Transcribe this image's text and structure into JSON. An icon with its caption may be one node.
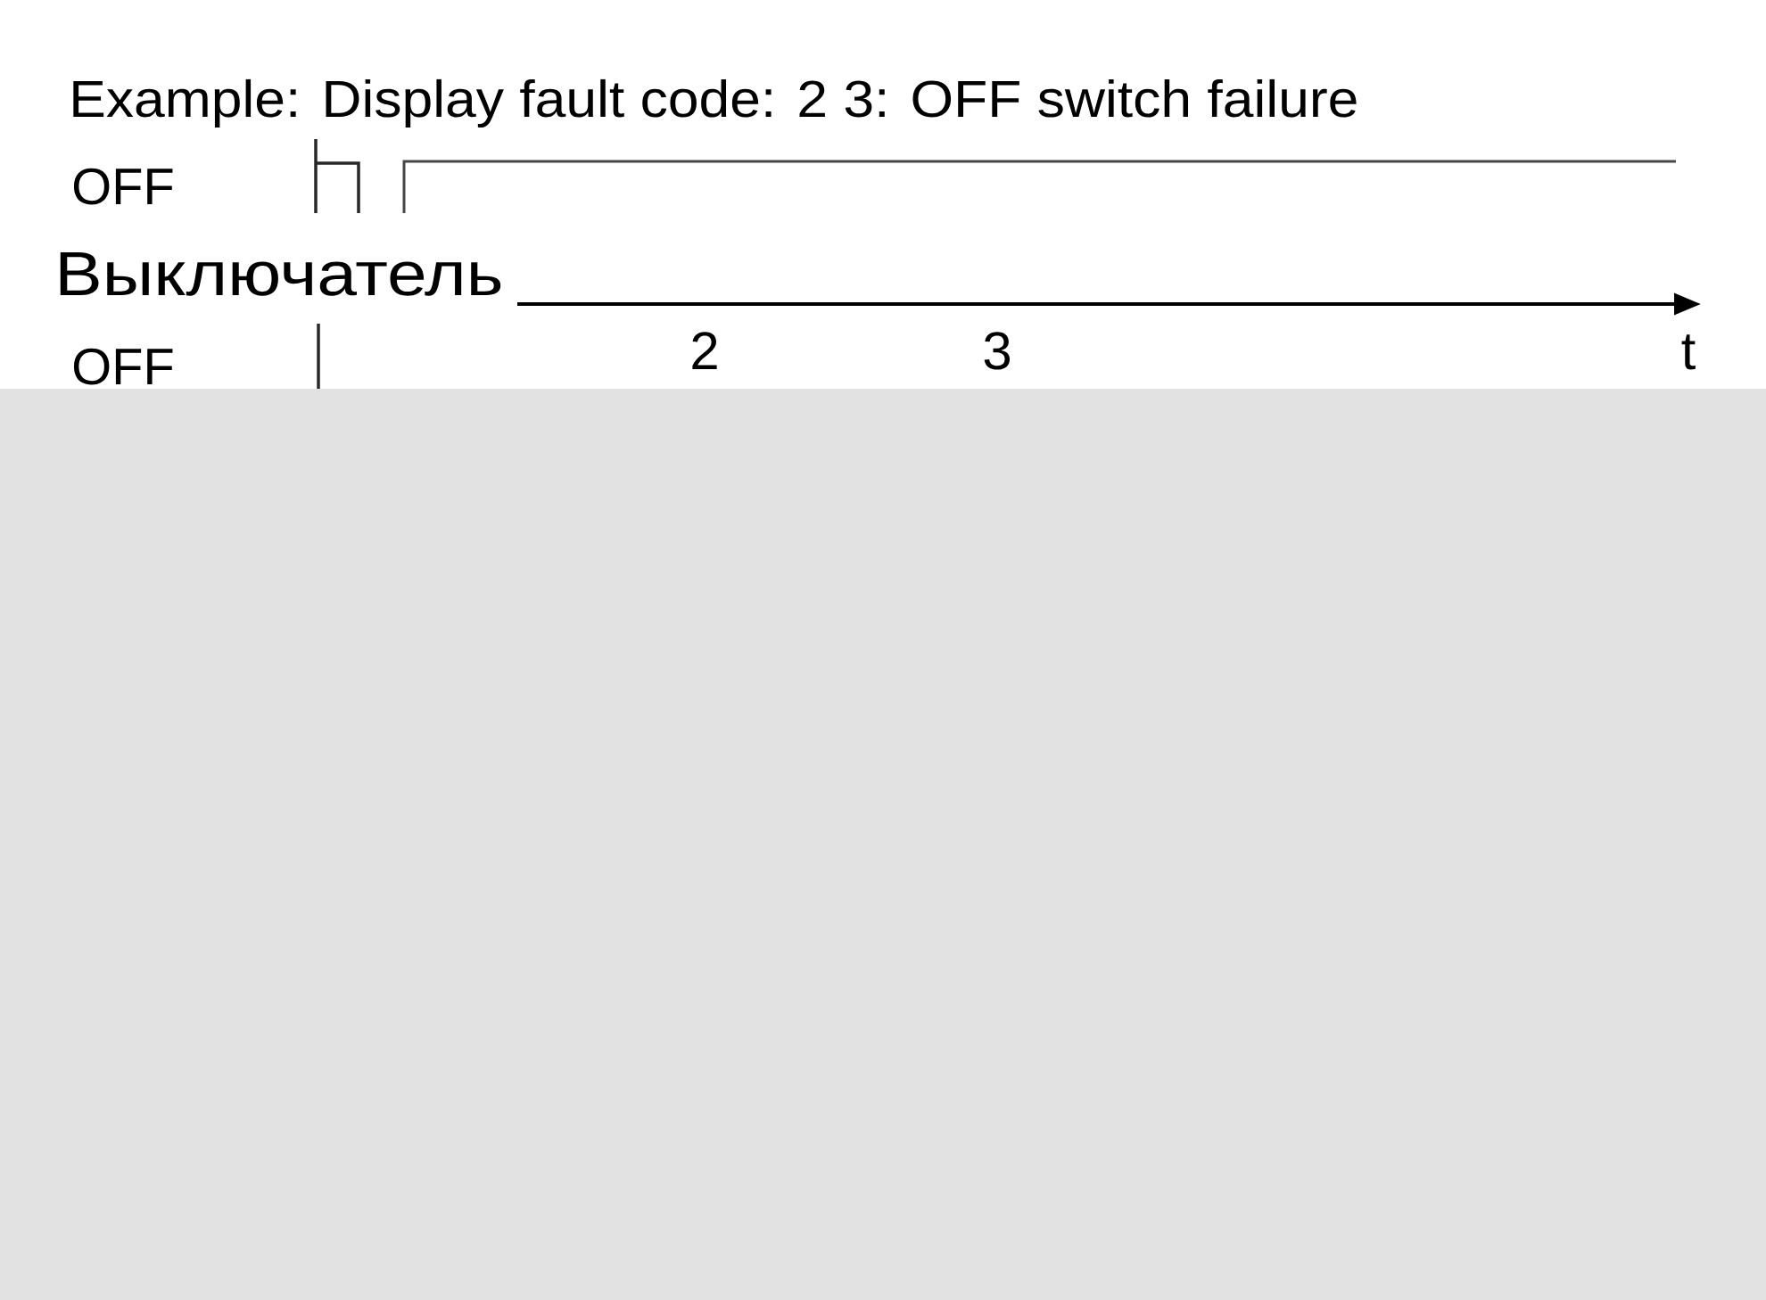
{
  "diagram": {
    "title": "Example: Display fault code: 2 3: OFF switch failure",
    "labels": [
      "OFF",
      "Выключатель",
      "2",
      "3",
      "t",
      "OFF"
    ]
  }
}
